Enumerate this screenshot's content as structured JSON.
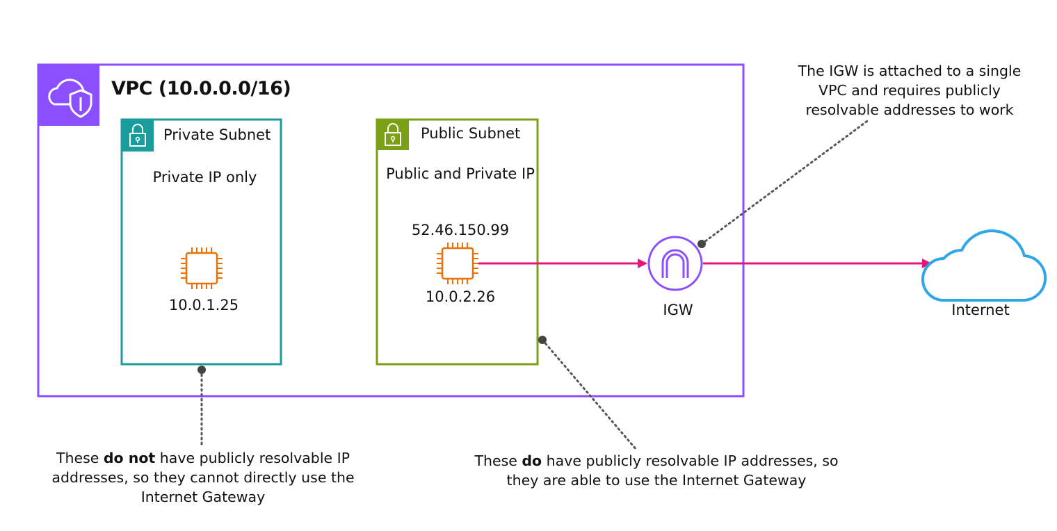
{
  "vpc": {
    "title": "VPC (10.0.0.0/16)",
    "icon": "cloud-shield-icon",
    "color": "#8c4fff"
  },
  "private_subnet": {
    "title": "Private Subnet",
    "icon": "lock-icon",
    "color": "#1a9c9c",
    "description": "Private IP only",
    "instance": {
      "icon": "ec2-chip-icon",
      "private_ip": "10.0.1.25"
    }
  },
  "public_subnet": {
    "title": "Public Subnet",
    "icon": "lock-icon",
    "color": "#7aa116",
    "description": "Public and Private IP",
    "instance": {
      "icon": "ec2-chip-icon",
      "public_ip": "52.46.150.99",
      "private_ip": "10.0.2.26"
    }
  },
  "igw": {
    "label": "IGW",
    "icon": "internet-gateway-icon",
    "color": "#8c4fff"
  },
  "internet": {
    "label": "Internet",
    "icon": "cloud-icon",
    "color": "#2ea6e8"
  },
  "colors": {
    "arrow": "#e7157b",
    "chip": "#ed7100",
    "callout": "#555555"
  },
  "notes": {
    "igw": "The IGW is attached to a single VPC and requires publicly resolvable addresses to work",
    "private": {
      "before": "These ",
      "bold": "do not",
      "after": " have publicly resolvable IP addresses, so they cannot directly use the Internet Gateway"
    },
    "public": {
      "before": "These ",
      "bold": "do",
      "after": " have publicly resolvable IP addresses, so they are able to use the Internet Gateway"
    }
  }
}
